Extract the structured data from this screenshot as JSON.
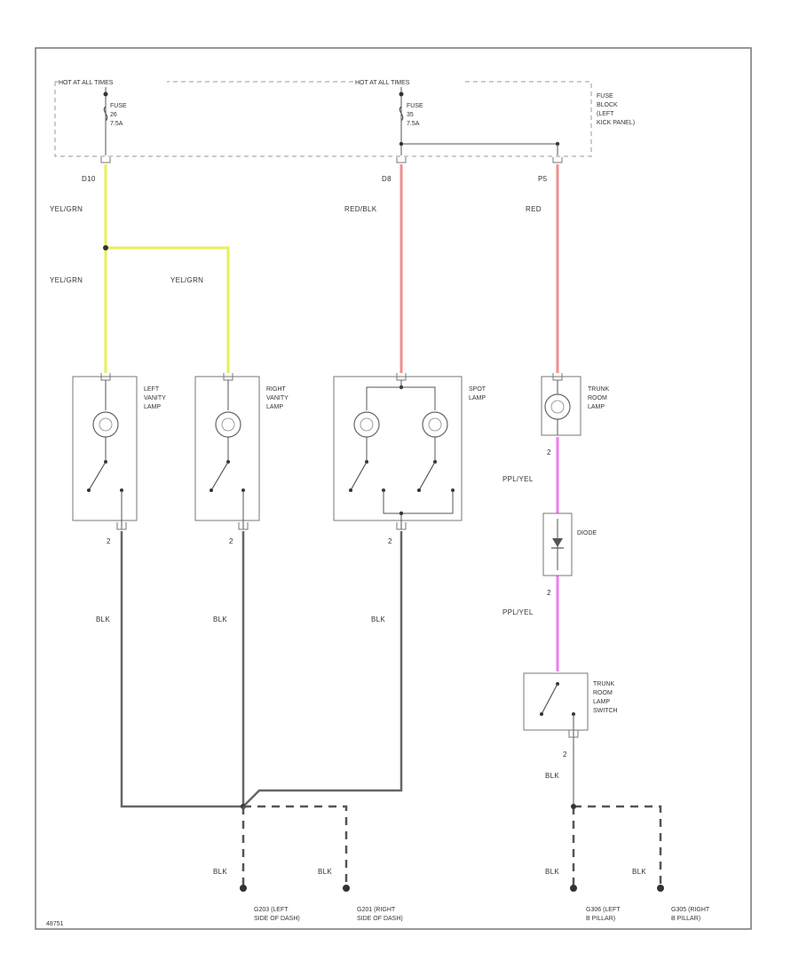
{
  "diagram": {
    "fuse_block": {
      "hot_left": "HOT AT ALL TIMES",
      "hot_right": "HOT AT ALL TIMES",
      "fuse_left": [
        "FUSE",
        "26",
        "7.5A"
      ],
      "fuse_right": [
        "FUSE",
        "35",
        "7.5A"
      ],
      "block_label": [
        "FUSE",
        "BLOCK",
        "(LEFT",
        "KICK PANEL)"
      ]
    },
    "pins": {
      "p1": "D10",
      "p2": "D8",
      "p3": "P5",
      "left_courtesy_bottom": "2",
      "right_courtesy_bottom": "2",
      "spot_bottom": "2",
      "trunk_lamp_bottom": "2",
      "diode_bottom": "2",
      "trunk_switch_bottom": "2"
    },
    "wires": {
      "yel_grn_top": "YEL/GRN",
      "yel_grn_left": "YEL/GRN",
      "yel_grn_right": "YEL/GRN",
      "red_blk": "RED/BLK",
      "red": "RED",
      "ppl_yel_1": "PPL/YEL",
      "ppl_yel_2": "PPL/YEL",
      "blk_1": "BLK",
      "blk_2": "BLK",
      "blk_3": "BLK",
      "blk_4": "BLK",
      "blk_g1": "BLK",
      "blk_g2": "BLK",
      "blk_g3": "BLK",
      "blk_g4": "BLK"
    },
    "components": {
      "left_courtesy": [
        "LEFT",
        "VANITY",
        "LAMP"
      ],
      "right_courtesy": [
        "RIGHT",
        "VANITY",
        "LAMP"
      ],
      "spot": [
        "SPOT",
        "LAMP"
      ],
      "trunk_lamp": [
        "TRUNK",
        "ROOM",
        "LAMP"
      ],
      "diode": "DIODE",
      "trunk_switch": [
        "TRUNK",
        "ROOM",
        "LAMP",
        "SWITCH"
      ]
    },
    "grounds": {
      "g1": [
        "G203 (LEFT",
        "SIDE OF DASH)"
      ],
      "g2": [
        "G201 (RIGHT",
        "SIDE OF DASH)"
      ],
      "g3": [
        "G306 (LEFT",
        "B PILLAR)"
      ],
      "g4": [
        "G305 (RIGHT",
        "B PILLAR)"
      ]
    },
    "footer_code": "48751"
  },
  "colors": {
    "yel_grn": "#e8ef5a",
    "red": "#ef8f8f",
    "ppl": "#ee7cee",
    "line": "#555555"
  }
}
